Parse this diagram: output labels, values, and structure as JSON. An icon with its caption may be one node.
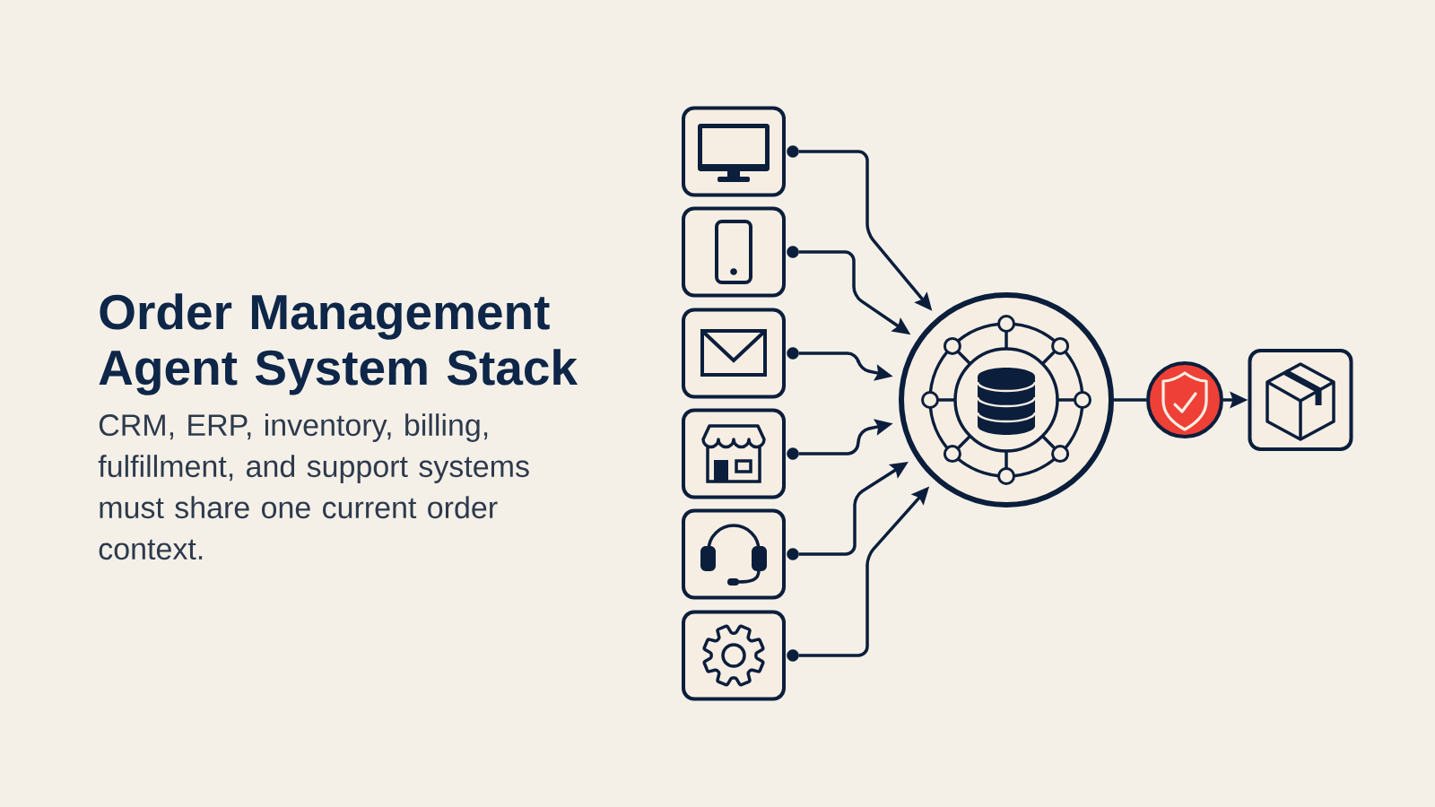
{
  "diagram": {
    "title": "Order Management Agent System Stack",
    "caption": "CRM, ERP, inventory, billing, fulfillment, and support systems must share one current order context.",
    "nodes": [
      {
        "text": [],
        "shape": "box"
      },
      {
        "text": [],
        "shape": "circle"
      },
      {
        "text": [],
        "shape": "box"
      },
      {
        "text": [],
        "shape": "circle"
      },
      {
        "text": [],
        "shape": "box"
      },
      {
        "text": [],
        "shape": "circle"
      },
      {
        "text": [],
        "shape": "box"
      },
      {
        "text": [],
        "shape": "circle"
      },
      {
        "text": [],
        "shape": "box"
      },
      {
        "text": [],
        "shape": "circle"
      },
      {
        "text": [],
        "shape": "box"
      },
      {
        "text": [],
        "shape": "circle"
      },
      {
        "text": [],
        "shape": "circle"
      },
      {
        "text": [],
        "shape": "circle"
      },
      {
        "text": [],
        "shape": "box"
      }
    ],
    "edges": [
      {
        "from": 1,
        "to": 12,
        "arrow": "to"
      },
      {
        "from": 3,
        "to": 12,
        "arrow": "to"
      },
      {
        "from": 5,
        "to": 12,
        "arrow": "to"
      },
      {
        "from": 7,
        "to": 12,
        "arrow": "to"
      },
      {
        "from": 9,
        "to": 12,
        "arrow": "to"
      },
      {
        "from": 11,
        "to": 12,
        "arrow": "to"
      },
      {
        "from": 12,
        "to": 13,
        "arrow": "none"
      },
      {
        "from": 13,
        "to": 14,
        "arrow": "to"
      }
    ]
  }
}
